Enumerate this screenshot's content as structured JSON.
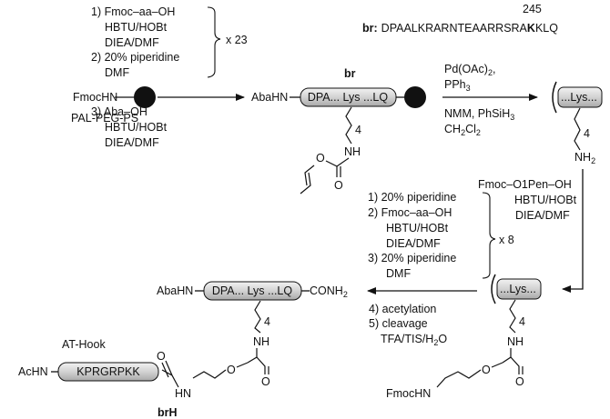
{
  "header": {
    "num": "245",
    "br_prefix": "br:",
    "seq_a": "DPAALKRARNTEAARRSRA",
    "seq_k": "K",
    "seq_b": "KLQ"
  },
  "step1": {
    "r1": "1) Fmoc–aa–OH",
    "r2": "HBTU/HOBt",
    "r3": "DIEA/DMF",
    "r4": "2) 20% piperidine",
    "r5": "DMF",
    "r6": "3) Aba–OH",
    "r7": "HBTU/HOBt",
    "r8": "DIEA/DMF",
    "repeat": "x 23"
  },
  "resin": {
    "fmochn": "FmocHN",
    "support": "PAL-PEG-PS"
  },
  "intermediate1": {
    "label": "br",
    "abahn": "AbaHN",
    "seq": "DPA... Lys ...LQ",
    "sub4": "4",
    "nh": "NH",
    "o1": "O",
    "o2": "O"
  },
  "step2": {
    "r1": "Pd(OAc)",
    "r1sub": "2",
    "r1b": ",",
    "r2": "PPh",
    "r2sub": "3",
    "r3": "NMM, PhSiH",
    "r3sub": "3",
    "r4": "CH",
    "r4sub1": "2",
    "r4mid": "Cl",
    "r4sub2": "2"
  },
  "intermediate2": {
    "seq": "...Lys...",
    "sub4": "4",
    "nh": "NH",
    "nhsub": "2"
  },
  "step3": {
    "r1": "Fmoc–O1Pen–OH",
    "r2": "HBTU/HOBt",
    "r3": "DIEA/DMF"
  },
  "step4": {
    "r1": "1) 20% piperidine",
    "r2": "2) Fmoc–aa–OH",
    "r3": "HBTU/HOBt",
    "r4": "DIEA/DMF",
    "r5": "3) 20% piperidine",
    "r6": "DMF",
    "repeat": "x 8",
    "r7": "4) acetylation",
    "r8": "5) cleavage",
    "r9": "TFA/TIS/H",
    "r9sub": "2",
    "r9b": "O"
  },
  "intermediate3": {
    "seq": "...Lys...",
    "sub4": "4",
    "nh": "NH",
    "o": "O",
    "o2": "O",
    "fmochn": "FmocHN"
  },
  "product": {
    "abahn": "AbaHN",
    "seq": "DPA... Lys ...LQ",
    "conh": "CONH",
    "conhsub": "2",
    "sub4": "4",
    "nh": "NH",
    "athook": "AT-Hook",
    "achn": "AcHN",
    "hookseq": "KPRGRPKK",
    "o1": "O",
    "o2": "O",
    "o3": "O",
    "hn": "HN",
    "label": "brH"
  }
}
